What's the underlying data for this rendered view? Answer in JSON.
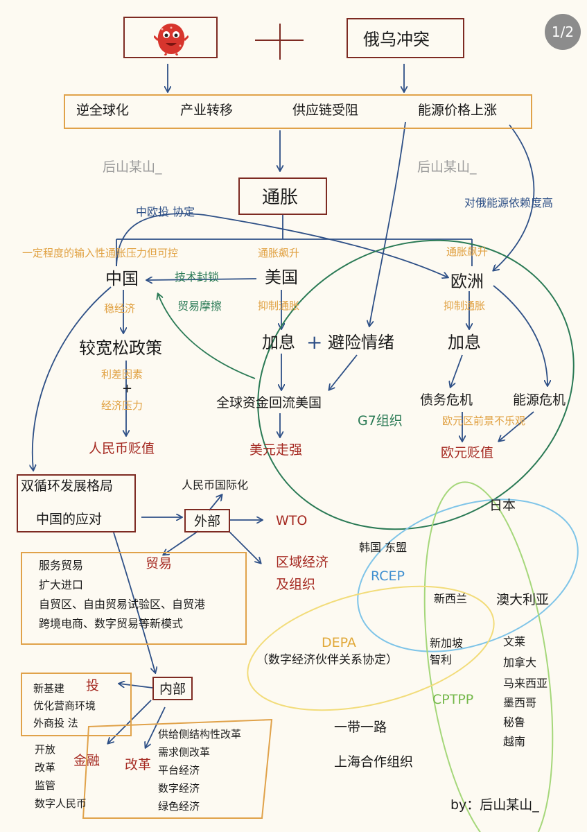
{
  "badge": "1/2",
  "top": {
    "conflict": "俄乌冲突"
  },
  "row1": [
    "逆全球化",
    "产业转移",
    "供应链受阻",
    "能源价格上涨"
  ],
  "watermark": "后山某山_",
  "inflation": "通胀",
  "labels": {
    "cai_agreement": "中欧投 协定",
    "energy_dependence": "对俄能源依赖度高",
    "china_pressure": "一定程度的输入性通胀压力但可控",
    "us_inflation": "通胀飙升",
    "eu_inflation": "通胀飙升",
    "tech_block": "技术封锁",
    "trade_friction": "贸易摩擦",
    "stabilize": "稳经济",
    "us_curb": "抑制通胀",
    "eu_curb": "抑制通胀",
    "rate_diff": "利差因素",
    "plus_small": "+",
    "econ_pressure": "经济压力",
    "eurozone": "欧元区前景不乐观"
  },
  "nodes": {
    "china": "中国",
    "usa": "美国",
    "europe": "欧洲",
    "loose_policy": "较宽松政策",
    "us_hike": "加息",
    "plus": "+",
    "risk_aversion": "避险情绪",
    "eu_hike": "加息",
    "capital_flow": "全球资金回流美国",
    "debt_crisis": "债务危机",
    "energy_crisis": "能源危机",
    "rmb_depreciation": "人民币贬值",
    "usd_strong": "美元走强",
    "eur_depreciation": "欧元贬值",
    "g7": "G7组织",
    "dual_cycle": "双循环发展格局",
    "china_response": "中国的应对",
    "rmb_intl": "人民币国际化",
    "external": "外部",
    "wto": "WTO",
    "regional": "区域经济",
    "regional2": "及组织",
    "trade": "贸易",
    "internal": "内部",
    "invest": "投",
    "finance": "金融",
    "reform": "改革"
  },
  "trade_items": [
    "服务贸易",
    "扩大进口",
    "自贸区、自由贸易试验区、自贸港",
    "跨境电商、数字贸易等新模式"
  ],
  "invest_items": [
    "新基建",
    "优化营商环境",
    "外商投 法"
  ],
  "finance_items": [
    "开放",
    "改革",
    "监管",
    "数字人民币"
  ],
  "reform_items": [
    "供给侧结构性改革",
    "需求侧改革",
    "平台经济",
    "数字经济",
    "绿色经济"
  ],
  "orgs": {
    "japan": "日本",
    "korea_asean": "韩国 东盟",
    "rcep": "RCEP",
    "nz": "新西兰",
    "australia": "澳大利亚",
    "depa": "DEPA",
    "depa_full": "（数字经济伙伴关系协定）",
    "singapore": "新加坡",
    "chile": "智利",
    "cptpp": "CPTPP",
    "cptpp_members": [
      "文莱",
      "加拿大",
      "马来西亚",
      "墨西哥",
      "秘鲁",
      "越南"
    ],
    "bri": "一带一路",
    "sco": "上海合作组织"
  },
  "signature": "by：后山某山_",
  "colors": {
    "dark_red": "#7d2a22",
    "orange": "#e0a040",
    "navy": "#2d4f86",
    "green": "#2a7a55",
    "light_blue": "#3f8fd0",
    "light_green": "#74b84a"
  }
}
